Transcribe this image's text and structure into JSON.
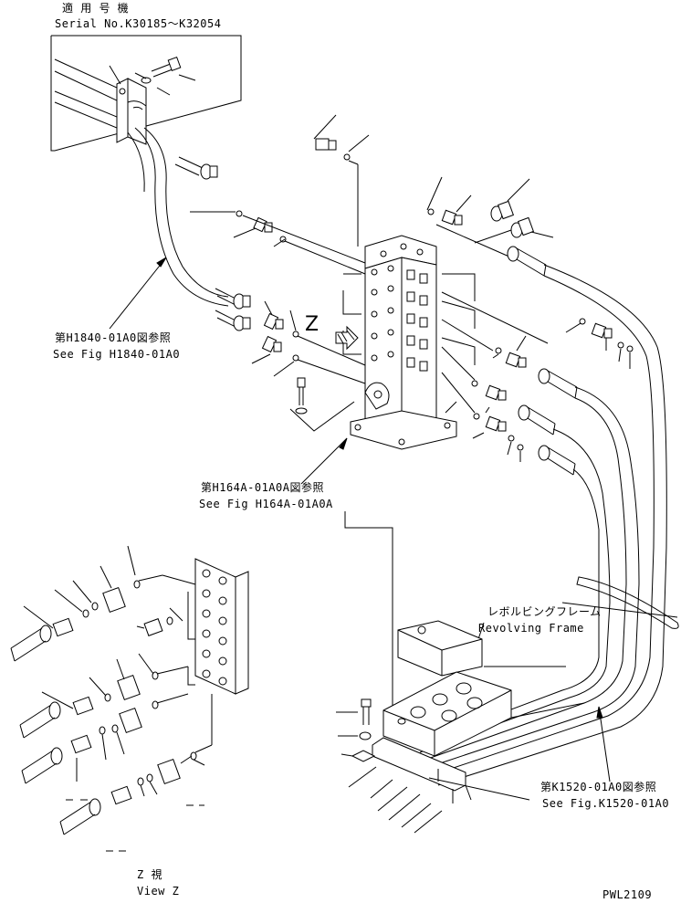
{
  "labels": {
    "serial_jp": "適 用 号 機",
    "serial_en": "Serial No.K30185～K32054",
    "ref1_jp": "第H1840-01A0図参照",
    "ref1_en": "See Fig H1840-01A0",
    "ref2_jp": "第H164A-01A0A図参照",
    "ref2_en": "See Fig H164A-01A0A",
    "frame_jp": "レボルビングフレーム",
    "frame_en": "Revolving Frame",
    "ref3_jp": "第K1520-01A0図参照",
    "ref3_en": "See Fig.K1520-01A0",
    "z_marker": "Z",
    "viewz_jp": "Z  視",
    "viewz_en": "View Z",
    "drawing_code": "PWL2109"
  },
  "icons": {
    "view_arrow": "hatched-arrow-icon"
  }
}
